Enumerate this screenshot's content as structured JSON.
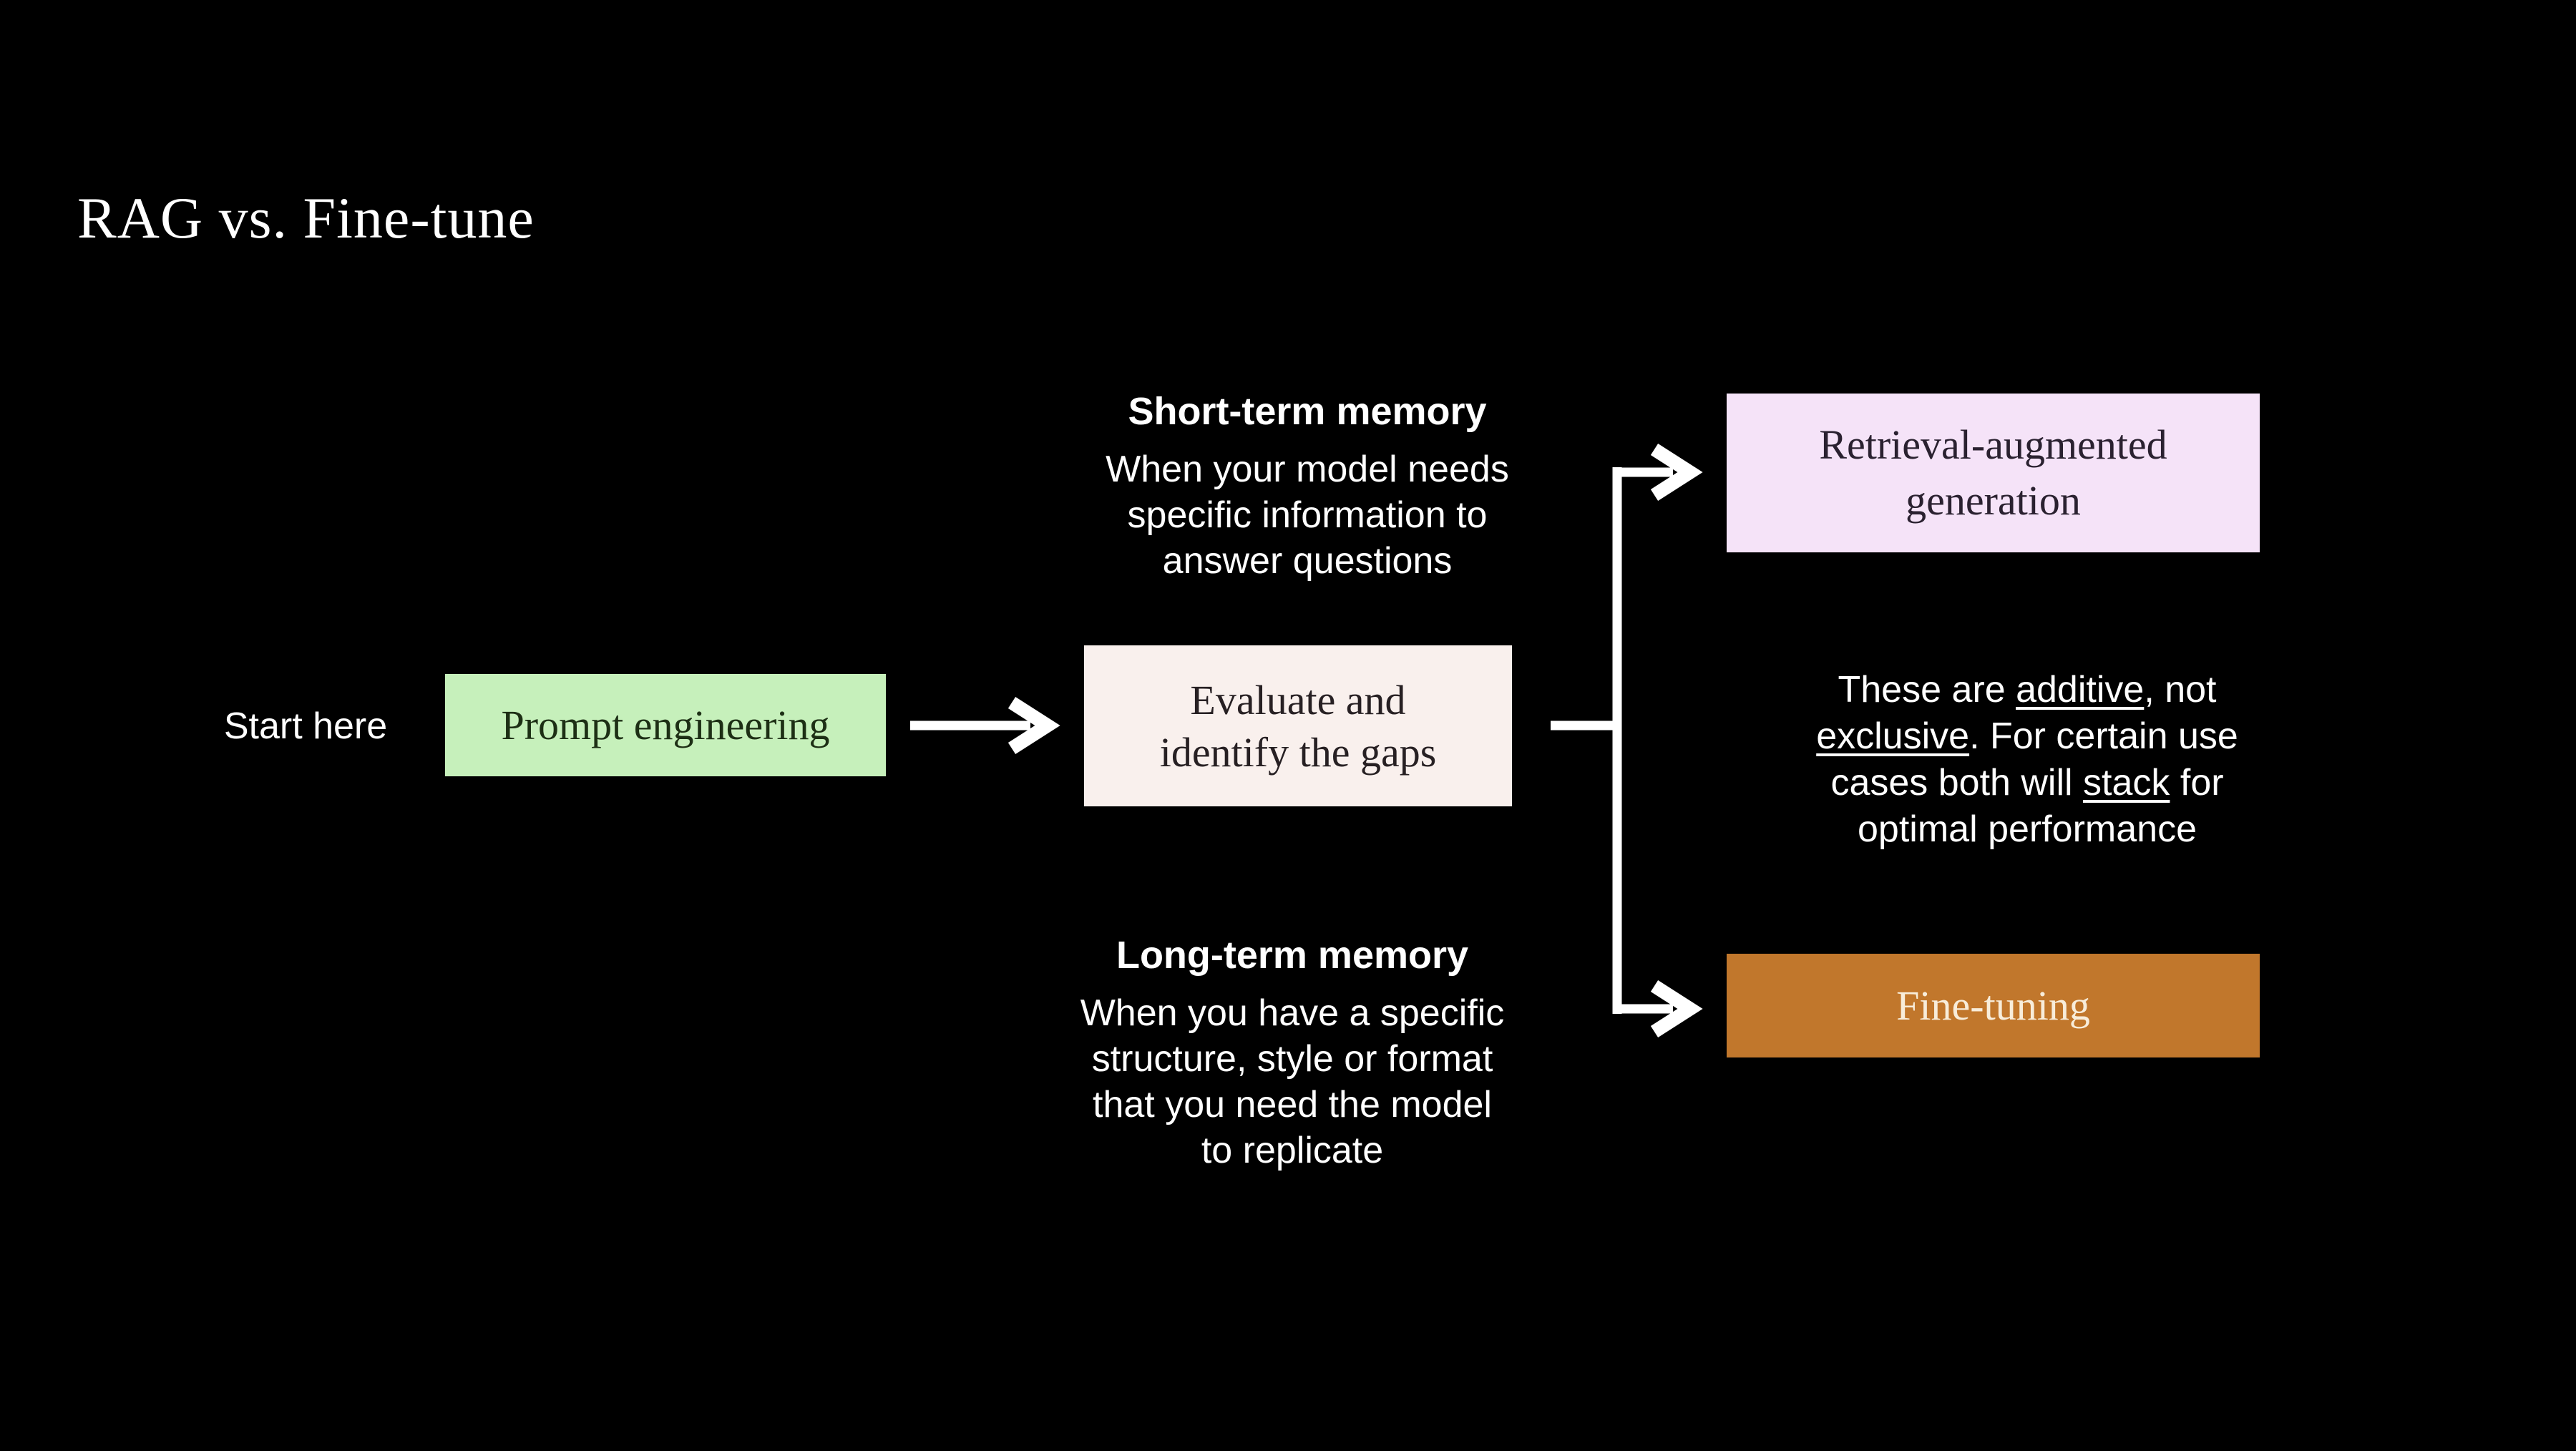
{
  "title": "RAG vs. Fine-tune",
  "start_label": "Start here",
  "colors": {
    "background": "#000000",
    "text_light": "#ffffff",
    "prompt_box_bg": "#c6f0bb",
    "prompt_box_text": "#1d2f15",
    "evaluate_box_bg": "#f9f0ed",
    "evaluate_box_text": "#272023",
    "rag_box_bg": "#f5e3f8",
    "rag_box_text": "#2a2130",
    "finetune_box_bg": "#c1772c",
    "finetune_box_text": "#f8edda",
    "connector": "#ffffff"
  },
  "boxes": {
    "prompt": {
      "label": "Prompt engineering"
    },
    "evaluate": {
      "line1": "Evaluate and",
      "line2": "identify the gaps"
    },
    "rag": {
      "line1": "Retrieval-augmented",
      "line2": "generation"
    },
    "finetune": {
      "label": "Fine-tuning"
    }
  },
  "short_term": {
    "title": "Short-term memory",
    "lines": [
      "When your model needs",
      "specific information to",
      "answer questions"
    ]
  },
  "long_term": {
    "title": "Long-term memory",
    "lines": [
      "When you have a specific",
      "structure, style or format",
      "that you need the model",
      "to replicate"
    ]
  },
  "note": {
    "lines": [
      {
        "segs": [
          {
            "t": "These are "
          },
          {
            "t": "additive",
            "underline": true
          },
          {
            "t": ", not"
          }
        ]
      },
      {
        "segs": [
          {
            "t": "exclusive",
            "underline": true
          },
          {
            "t": ". For certain use"
          }
        ]
      },
      {
        "segs": [
          {
            "t": "cases both will "
          },
          {
            "t": "stack",
            "underline": true
          },
          {
            "t": " for"
          }
        ]
      },
      {
        "segs": [
          {
            "t": "optimal performance"
          }
        ]
      }
    ]
  }
}
